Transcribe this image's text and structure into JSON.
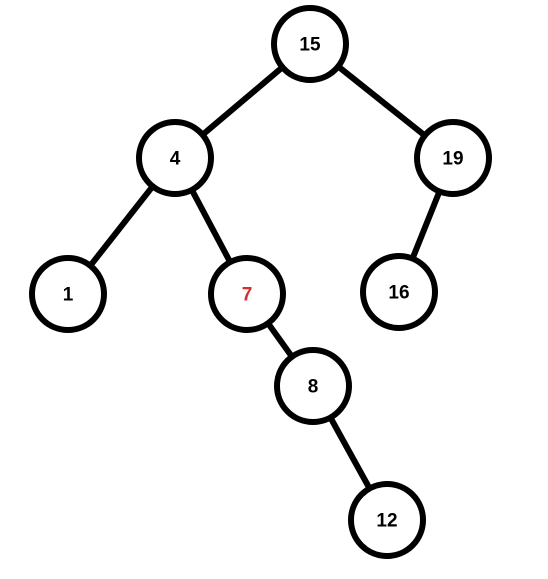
{
  "tree": {
    "colors": {
      "node_stroke": "#000000",
      "node_fill": "#ffffff",
      "edge": "#000000",
      "label_default": "#000000",
      "label_highlight": "#d32f2f"
    },
    "nodes": [
      {
        "id": "n15",
        "label": "15",
        "highlight": false
      },
      {
        "id": "n4",
        "label": "4",
        "highlight": false
      },
      {
        "id": "n19",
        "label": "19",
        "highlight": false
      },
      {
        "id": "n1",
        "label": "1",
        "highlight": false
      },
      {
        "id": "n7",
        "label": "7",
        "highlight": true
      },
      {
        "id": "n16",
        "label": "16",
        "highlight": false
      },
      {
        "id": "n8",
        "label": "8",
        "highlight": false
      },
      {
        "id": "n12",
        "label": "12",
        "highlight": false
      }
    ],
    "edges": [
      {
        "from": "n15",
        "to": "n4"
      },
      {
        "from": "n15",
        "to": "n19"
      },
      {
        "from": "n4",
        "to": "n1"
      },
      {
        "from": "n4",
        "to": "n7"
      },
      {
        "from": "n19",
        "to": "n16"
      },
      {
        "from": "n7",
        "to": "n8"
      },
      {
        "from": "n8",
        "to": "n12"
      }
    ]
  }
}
